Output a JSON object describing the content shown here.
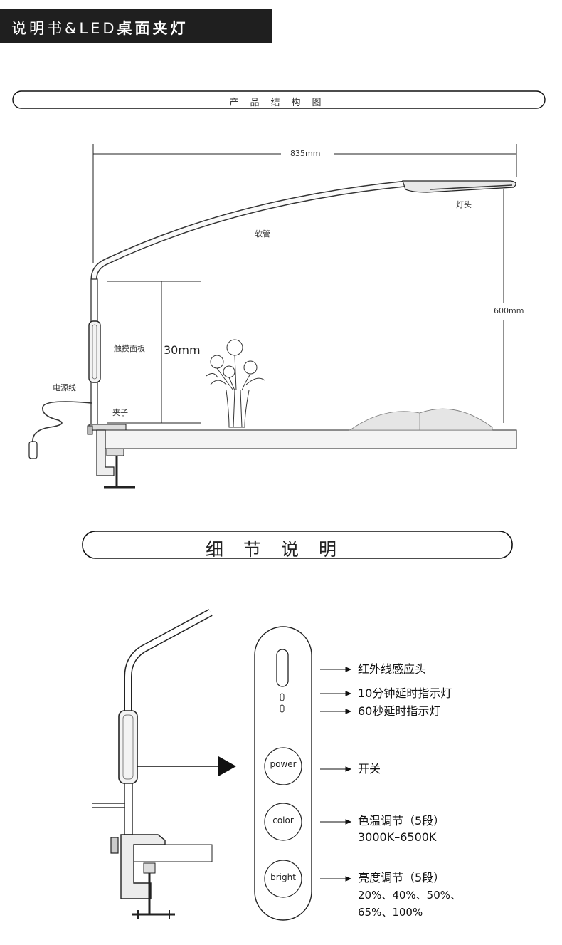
{
  "header": {
    "title_prefix": "说明书&LED",
    "title_bold": "桌面夹灯"
  },
  "section_structure": {
    "title": "产品结构图",
    "dimensions": {
      "width_label": "835mm",
      "height_label": "600mm",
      "panel_height_label": "30mm"
    },
    "parts": {
      "lamp_head": "灯头",
      "hose": "软管",
      "touch_panel": "触摸面板",
      "power_cord": "电源线",
      "clamp": "夹子"
    }
  },
  "section_details": {
    "title": "细节说明",
    "buttons": {
      "power": "power",
      "color": "color",
      "bright": "bright"
    },
    "callouts": {
      "ir_sensor": "红外线感应头",
      "timer10": "10分钟延时指示灯",
      "timer60": "60秒延时指示灯",
      "switch": "开关",
      "color_temp": "色温调节（5段）",
      "color_temp_range": "3000K–6500K",
      "brightness": "亮度调节（5段）",
      "brightness_levels_1": "20%、40%、50%、",
      "brightness_levels_2": "65%、100%"
    }
  }
}
